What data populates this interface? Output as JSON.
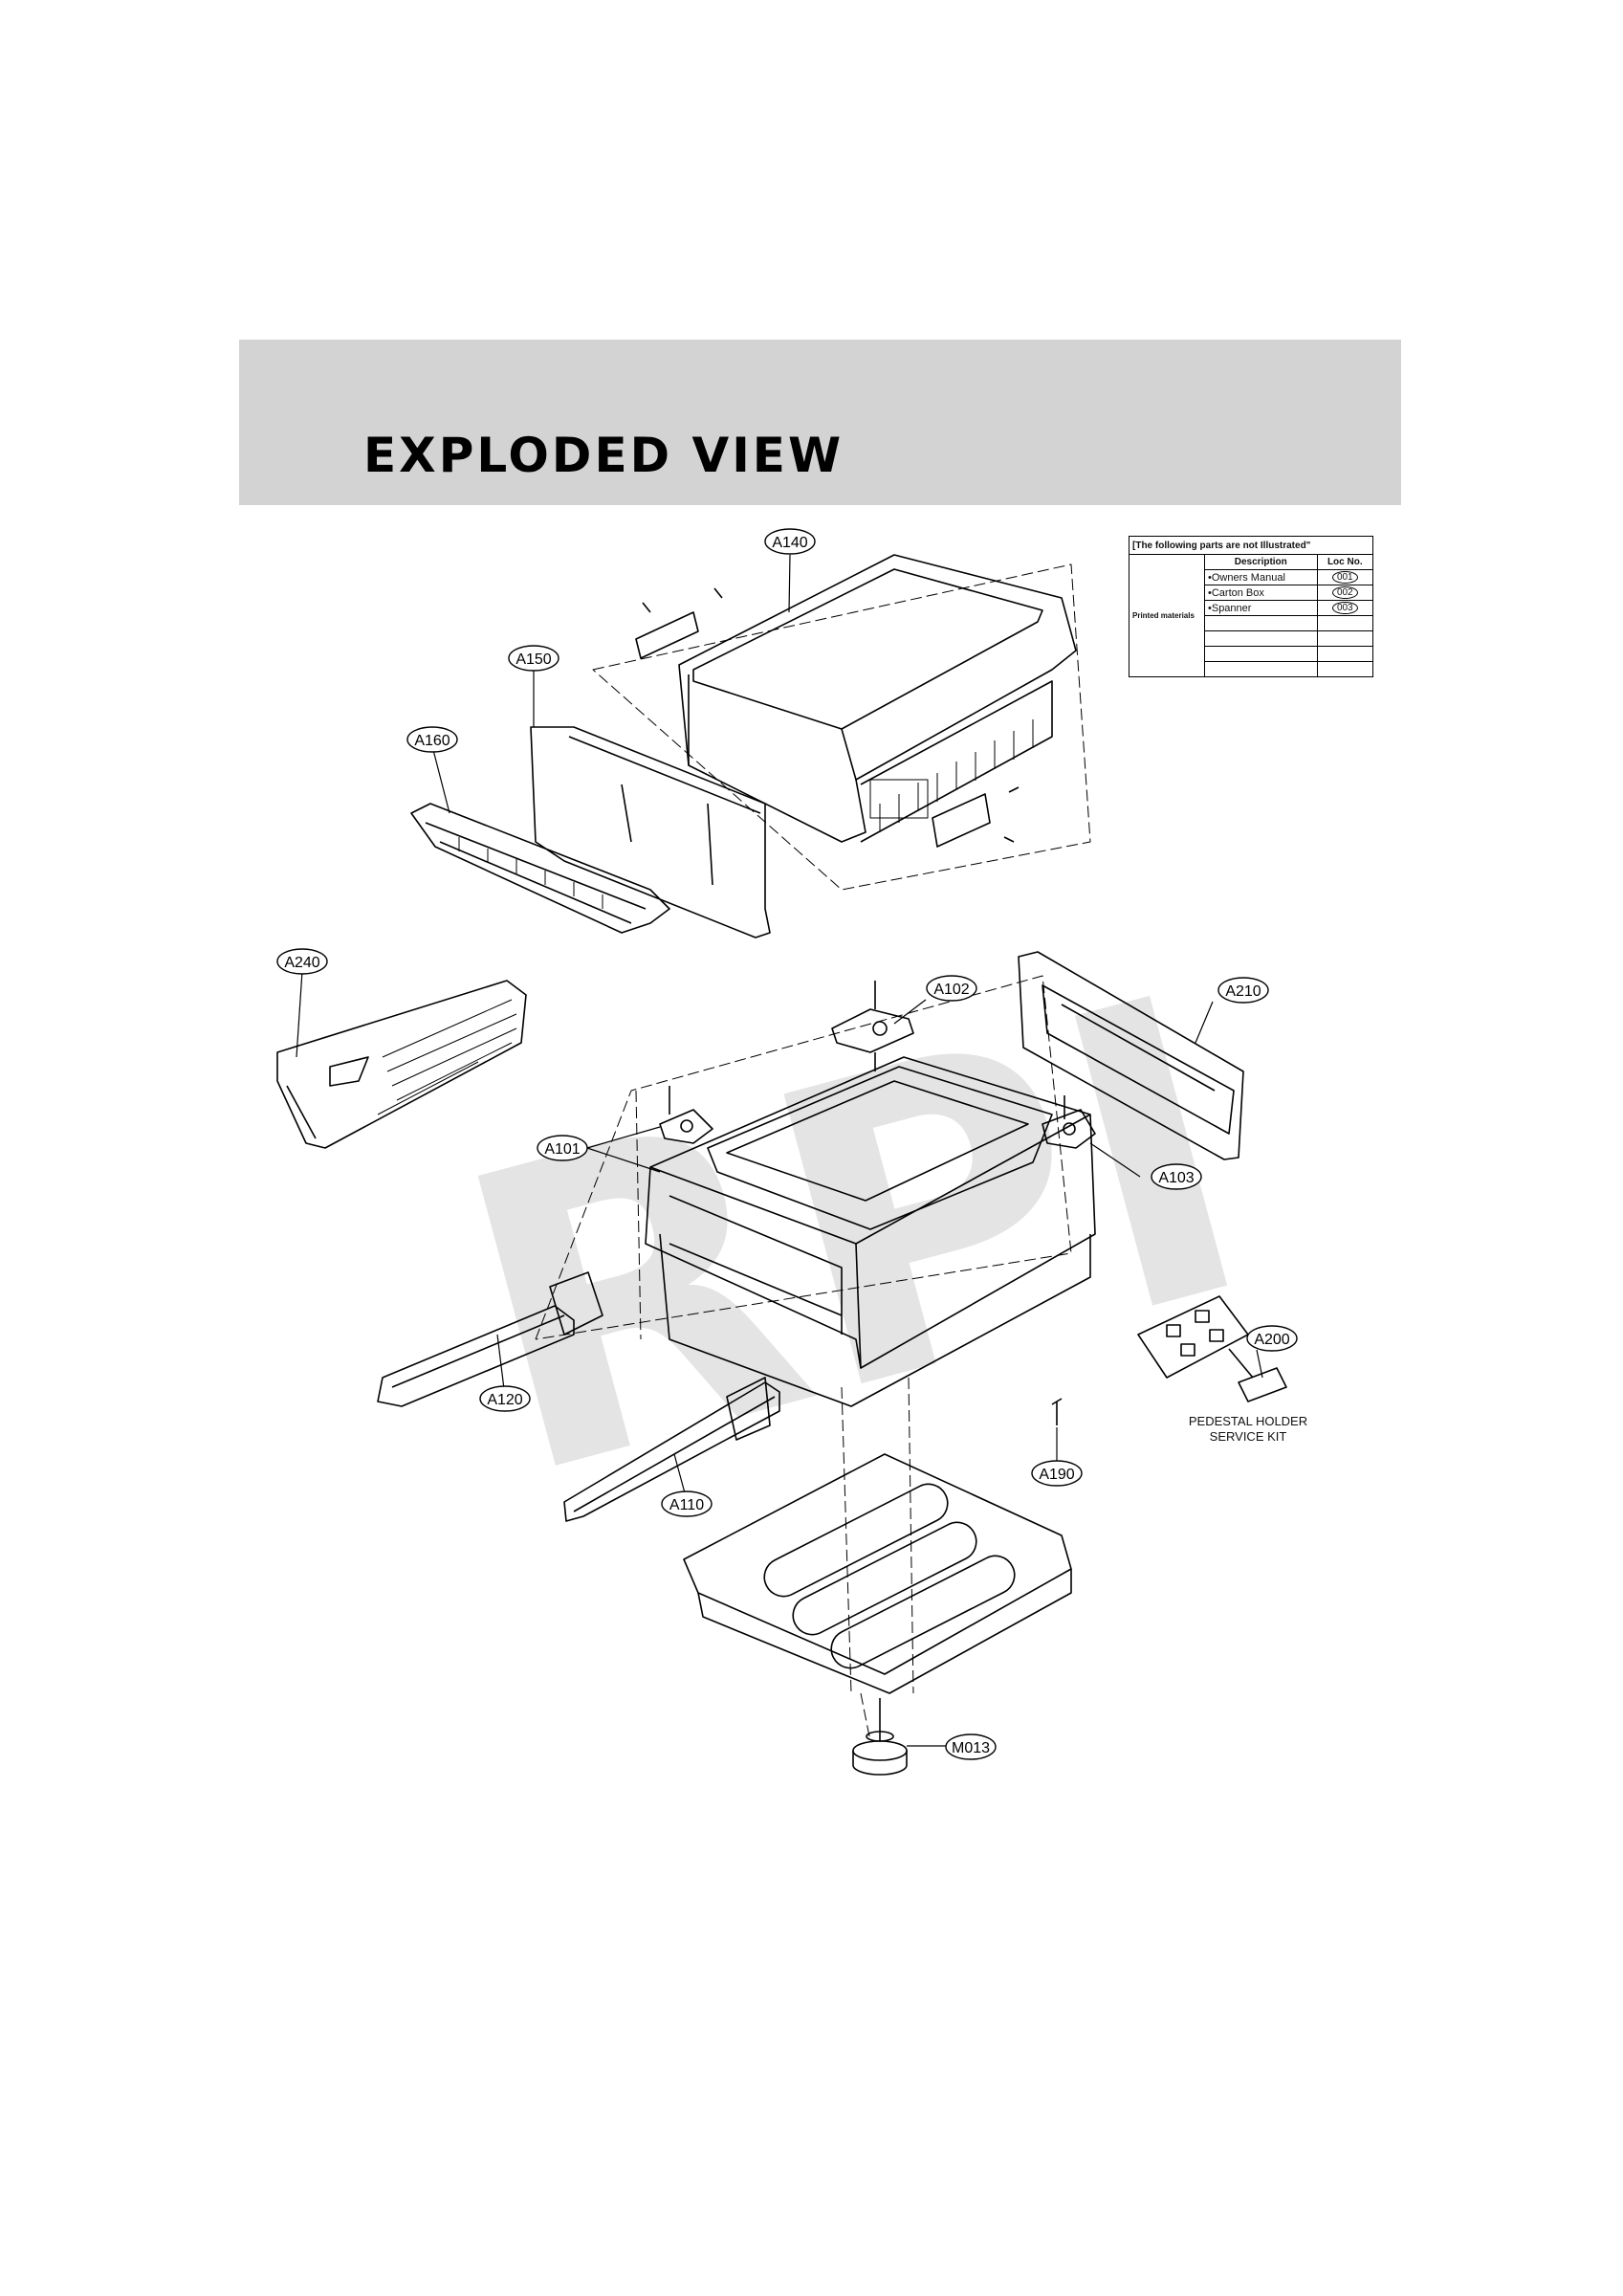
{
  "header": {
    "title": "EXPLODED VIEW"
  },
  "watermark": "RPI",
  "notes_table": {
    "caption": "[The following parts are not Illustrated\"",
    "columns": [
      "Description",
      "Loc No."
    ],
    "group_label": "Printed materials",
    "rows": [
      {
        "description": "•Owners Manual",
        "loc": "001"
      },
      {
        "description": "•Carton Box",
        "loc": "002"
      },
      {
        "description": "•Spanner",
        "loc": "003"
      }
    ]
  },
  "callouts": {
    "a140": "A140",
    "a150": "A150",
    "a160": "A160",
    "a240": "A240",
    "a102": "A102",
    "a210": "A210",
    "a101": "A101",
    "a103": "A103",
    "a200": "A200",
    "a120": "A120",
    "a190": "A190",
    "a110": "A110",
    "m013": "M013"
  },
  "kit_caption": {
    "line1": "PEDESTAL HOLDER",
    "line2": "SERVICE KIT"
  }
}
